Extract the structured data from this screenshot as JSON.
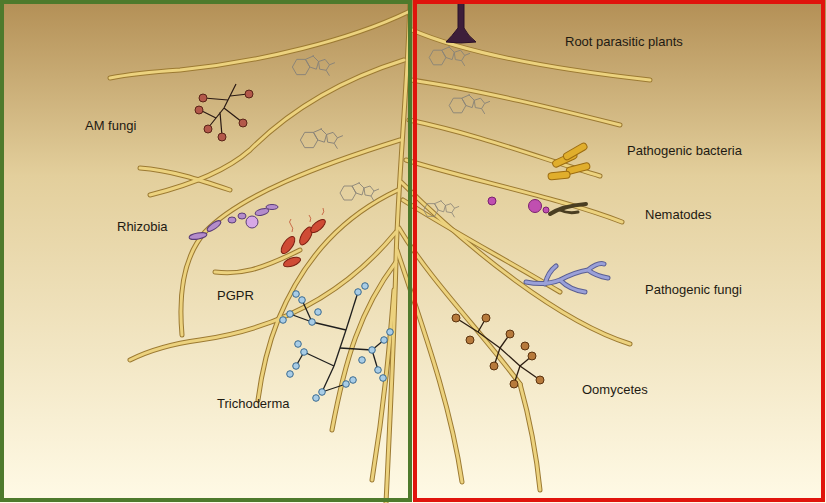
{
  "diagram": {
    "labels": [
      "AM fungi",
      "Rhizobia",
      "PGPR",
      "Trichoderma",
      "Root parasitic plants",
      "Pathogenic bacteria",
      "Nematodes",
      "Pathogenic fungi",
      "Oomycetes"
    ]
  }
}
